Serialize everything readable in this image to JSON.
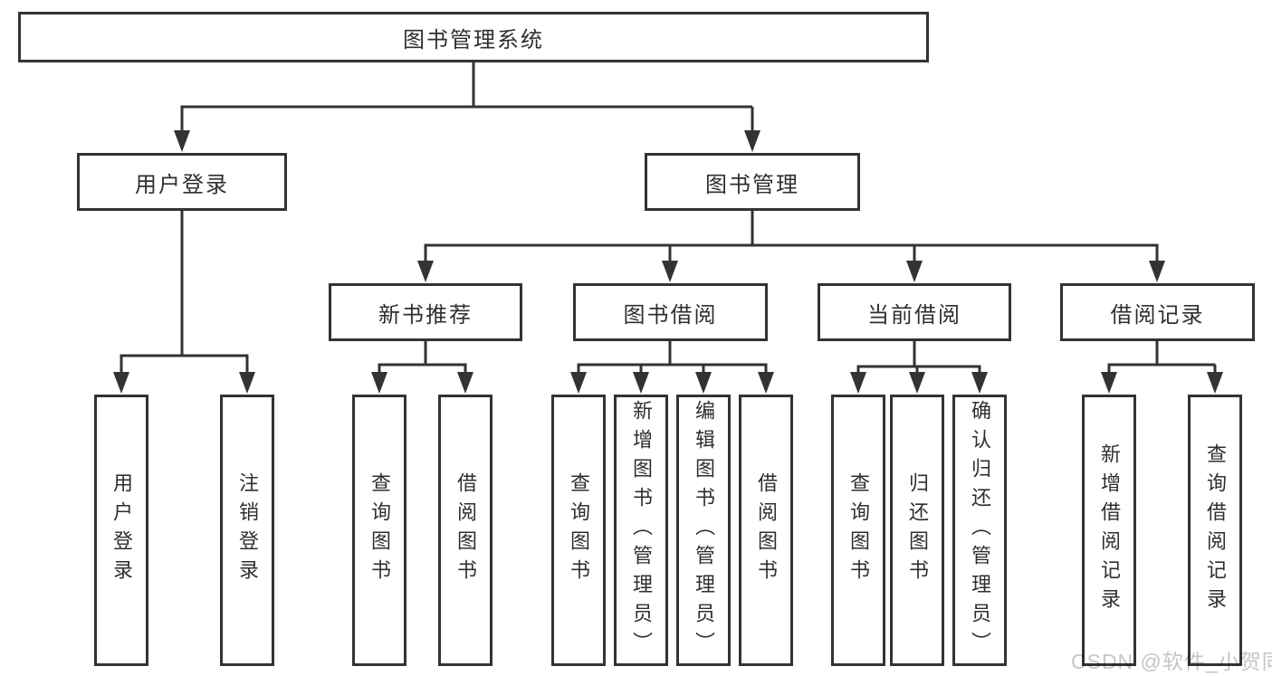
{
  "diagram": {
    "root": {
      "label": "图书管理系统"
    },
    "level2": [
      {
        "label": "用户登录"
      },
      {
        "label": "图书管理"
      }
    ],
    "level3": [
      {
        "label": "新书推荐"
      },
      {
        "label": "图书借阅"
      },
      {
        "label": "当前借阅"
      },
      {
        "label": "借阅记录"
      }
    ],
    "leaves": [
      {
        "label": "用户登录"
      },
      {
        "label": "注销登录"
      },
      {
        "label": "查询图书"
      },
      {
        "label": "借阅图书"
      },
      {
        "label": "查询图书"
      },
      {
        "label": "新增图书（管理员）"
      },
      {
        "label": "编辑图书（管理员）"
      },
      {
        "label": "借阅图书"
      },
      {
        "label": "查询图书"
      },
      {
        "label": "归还图书"
      },
      {
        "label": "确认归还（管理员）"
      },
      {
        "label": "新增借阅记录"
      },
      {
        "label": "查询借阅记录"
      }
    ]
  },
  "watermark": {
    "text": "CSDN @软件_小贺同学",
    "color": "#c6c6c6"
  },
  "colors": {
    "line": "#333333",
    "box_border": "#333333",
    "text": "#2f2f2f",
    "background": "#ffffff"
  }
}
